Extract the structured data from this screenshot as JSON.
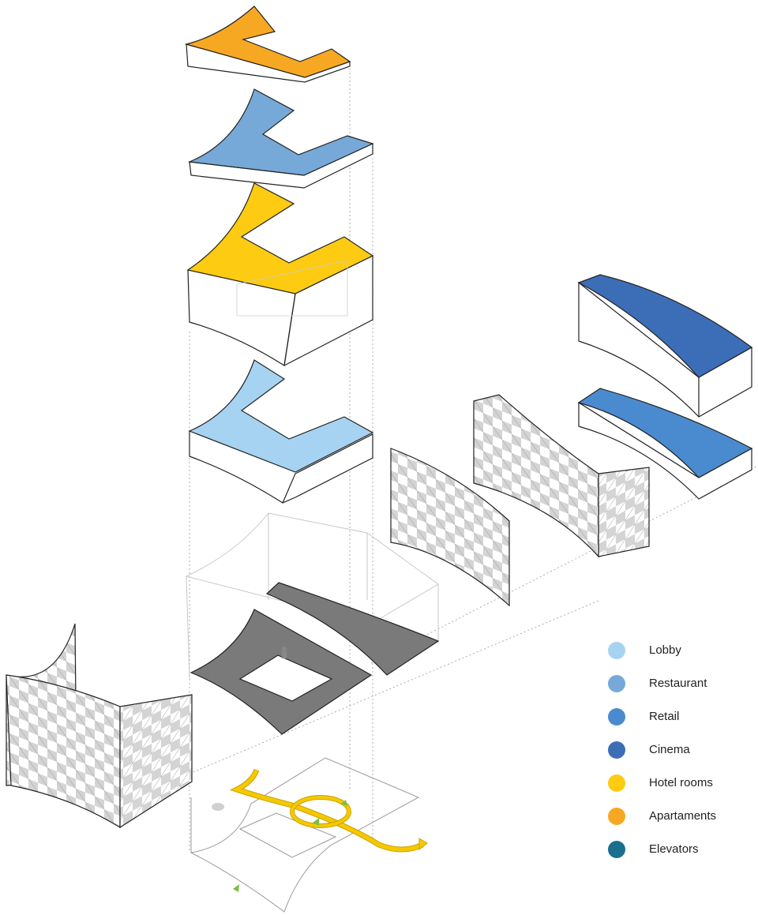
{
  "legend": {
    "items": [
      {
        "label": "Lobby",
        "color": "#a6d3f2"
      },
      {
        "label": "Restaurant",
        "color": "#76a9d8"
      },
      {
        "label": "Retail",
        "color": "#4a8bcf"
      },
      {
        "label": "Cinema",
        "color": "#3c6eb8"
      },
      {
        "label": "Hotel rooms",
        "color": "#fccb12"
      },
      {
        "label": "Apartaments",
        "color": "#f7a823"
      },
      {
        "label": "Elevators",
        "color": "#1a6f8e"
      }
    ]
  },
  "colors": {
    "outline": "#222222",
    "faint_line": "#c8c8c8",
    "dotted_line": "#999999",
    "core_slab": "#7a7a7a",
    "arrow": "#7dbe3c",
    "path": "#f5c800"
  },
  "icons": [
    "person-icon",
    "direction-arrow-icon",
    "car-icon"
  ]
}
